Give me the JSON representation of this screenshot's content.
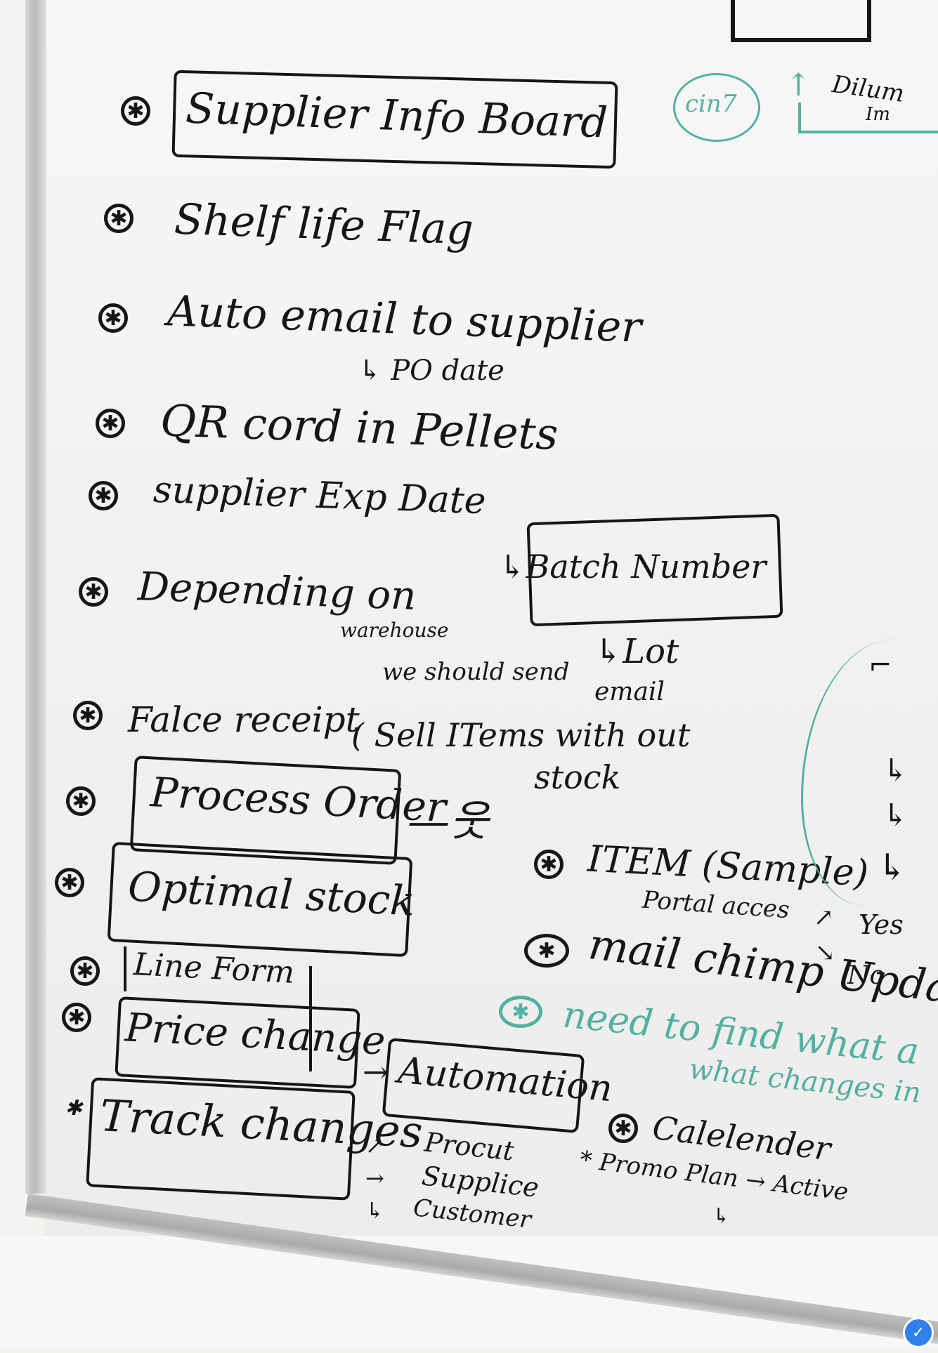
{
  "board": {
    "title": "Supplier Info Board",
    "items": [
      "Shelf life Flag",
      "Auto email to supplier",
      "QR cord in Pellets",
      "supplier Exp Date",
      "Depending on",
      "Falce receipt",
      "Process Order",
      "Optimal stock",
      "Line Form",
      "Price change",
      "Track changes"
    ],
    "notes": {
      "po_date": "PO date",
      "batch_number": "Batch Number",
      "lot": "Lot",
      "warehouse": "warehouse",
      "we_should_send": "we should send",
      "email": "email",
      "sell_items": "( Sell ITems with out",
      "stock": "stock",
      "automation": "Automation",
      "product": "Procut",
      "supplier": "Supplice",
      "customer": "Customer"
    },
    "right": {
      "cin7": "cin7",
      "dilum": "Dilum",
      "dilum2": "Im",
      "item_sample": "ITEM (Sample)",
      "portal_access": "Portal acces",
      "yes": "Yes",
      "no": "No",
      "mailchimp": "mail chimp Update",
      "need_to_find": "need to find what a",
      "what_changes": "what changes in",
      "calendar": "Calelender",
      "promo_plan": "* Promo Plan",
      "active": "Active"
    }
  },
  "colors": {
    "ink": "#161616",
    "teal_marker": "#53b0a2",
    "board": "#f2f2f0",
    "frame": "#b9bab9"
  }
}
